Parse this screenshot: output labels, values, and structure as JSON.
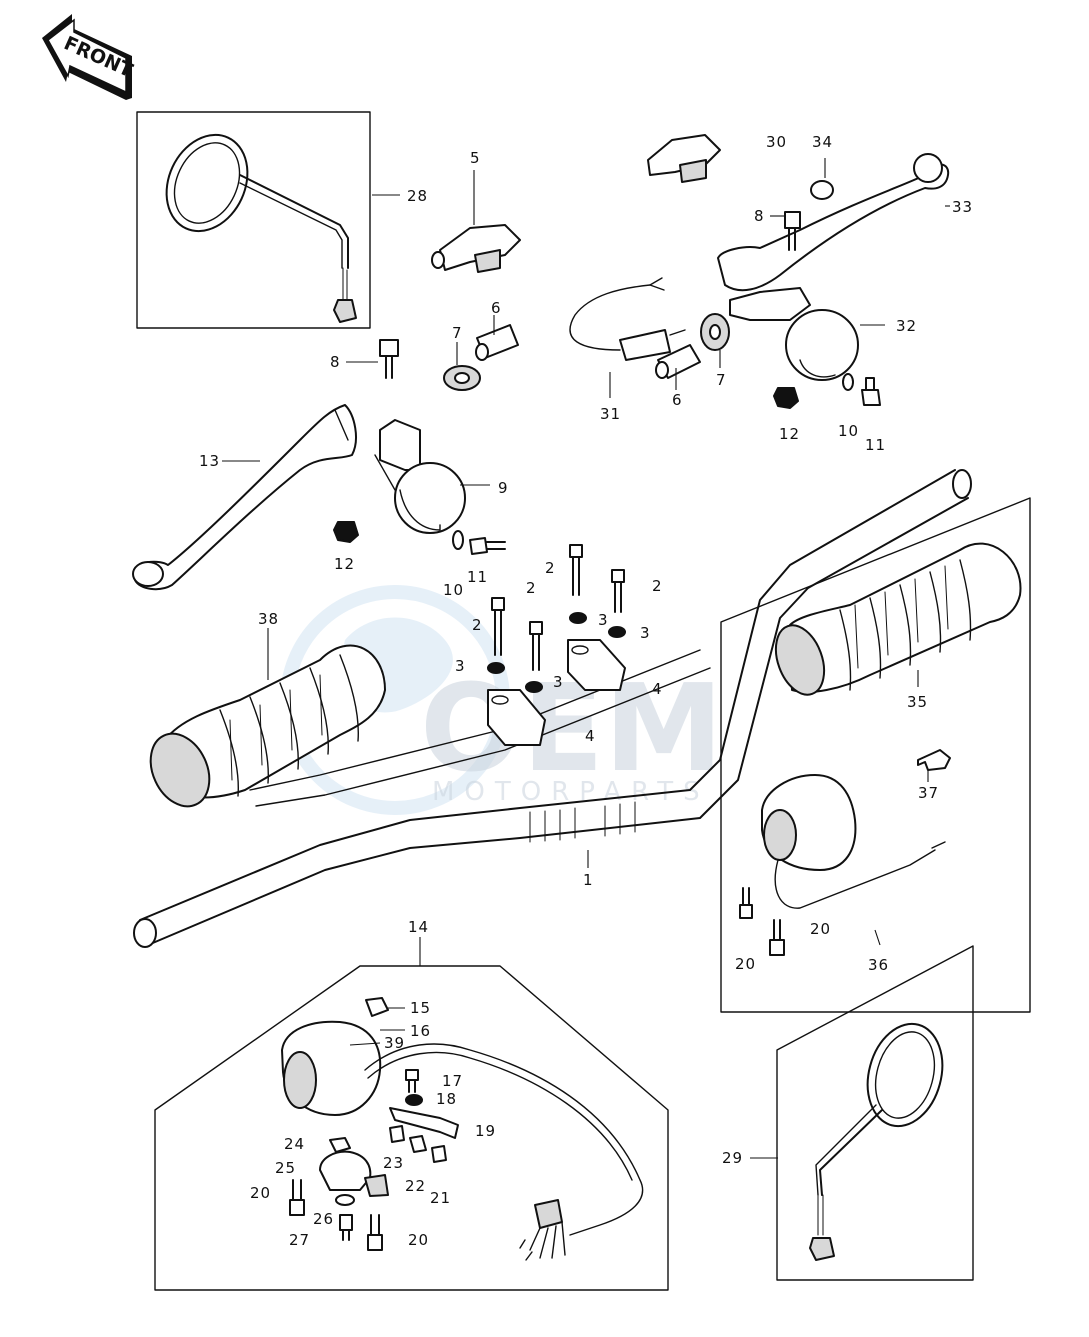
{
  "front_arrow": {
    "label": "FRONT"
  },
  "watermark": {
    "logo": "OEM",
    "sub": "MOTORPARTS",
    "color": "#c9d3dd"
  },
  "callouts": [
    {
      "id": "c1",
      "text": "1"
    },
    {
      "id": "c2a",
      "text": "2"
    },
    {
      "id": "c2b",
      "text": "2"
    },
    {
      "id": "c2c",
      "text": "2"
    },
    {
      "id": "c2d",
      "text": "2"
    },
    {
      "id": "c3a",
      "text": "3"
    },
    {
      "id": "c3b",
      "text": "3"
    },
    {
      "id": "c3c",
      "text": "3"
    },
    {
      "id": "c3d",
      "text": "3"
    },
    {
      "id": "c4a",
      "text": "4"
    },
    {
      "id": "c4b",
      "text": "4"
    },
    {
      "id": "c5",
      "text": "5"
    },
    {
      "id": "c6a",
      "text": "6"
    },
    {
      "id": "c6b",
      "text": "6"
    },
    {
      "id": "c7a",
      "text": "7"
    },
    {
      "id": "c7b",
      "text": "7"
    },
    {
      "id": "c8a",
      "text": "8"
    },
    {
      "id": "c8b",
      "text": "8"
    },
    {
      "id": "c9",
      "text": "9"
    },
    {
      "id": "c10a",
      "text": "10"
    },
    {
      "id": "c10b",
      "text": "10"
    },
    {
      "id": "c11a",
      "text": "11"
    },
    {
      "id": "c11b",
      "text": "11"
    },
    {
      "id": "c12a",
      "text": "12"
    },
    {
      "id": "c12b",
      "text": "12"
    },
    {
      "id": "c13",
      "text": "13"
    },
    {
      "id": "c14",
      "text": "14"
    },
    {
      "id": "c15",
      "text": "15"
    },
    {
      "id": "c16",
      "text": "16"
    },
    {
      "id": "c17",
      "text": "17"
    },
    {
      "id": "c18",
      "text": "18"
    },
    {
      "id": "c19",
      "text": "19"
    },
    {
      "id": "c20a",
      "text": "20"
    },
    {
      "id": "c20b",
      "text": "20"
    },
    {
      "id": "c20c",
      "text": "20"
    },
    {
      "id": "c20d",
      "text": "20"
    },
    {
      "id": "c21",
      "text": "21"
    },
    {
      "id": "c22",
      "text": "22"
    },
    {
      "id": "c23",
      "text": "23"
    },
    {
      "id": "c24",
      "text": "24"
    },
    {
      "id": "c25",
      "text": "25"
    },
    {
      "id": "c26",
      "text": "26"
    },
    {
      "id": "c27",
      "text": "27"
    },
    {
      "id": "c28",
      "text": "28"
    },
    {
      "id": "c29",
      "text": "29"
    },
    {
      "id": "c30",
      "text": "30"
    },
    {
      "id": "c31",
      "text": "31"
    },
    {
      "id": "c32",
      "text": "32"
    },
    {
      "id": "c33",
      "text": "33"
    },
    {
      "id": "c34",
      "text": "34"
    },
    {
      "id": "c35",
      "text": "35"
    },
    {
      "id": "c36",
      "text": "36"
    },
    {
      "id": "c37",
      "text": "37"
    },
    {
      "id": "c38",
      "text": "38"
    },
    {
      "id": "c39",
      "text": "39"
    }
  ]
}
